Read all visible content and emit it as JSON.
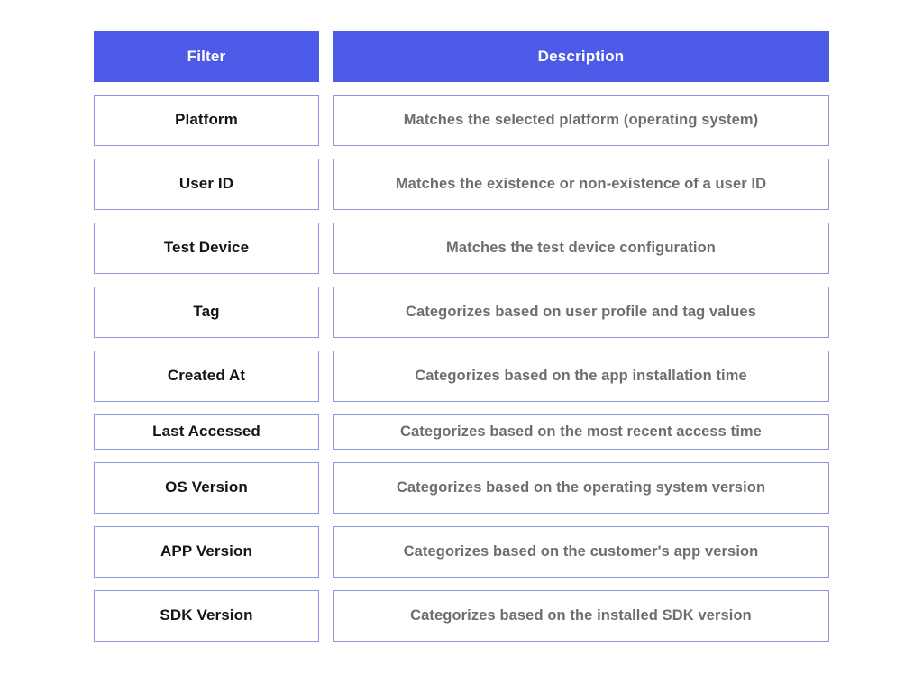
{
  "table": {
    "columns": [
      {
        "key": "filter",
        "header": "Filter"
      },
      {
        "key": "description",
        "header": "Description"
      }
    ],
    "rows": [
      {
        "filter": "Platform",
        "description": "Matches the selected platform (operating system)"
      },
      {
        "filter": "User ID",
        "description": "Matches the existence or non-existence of a user ID"
      },
      {
        "filter": "Test Device",
        "description": "Matches the test device configuration"
      },
      {
        "filter": "Tag",
        "description": "Categorizes based on user profile and tag values"
      },
      {
        "filter": "Created At",
        "description": "Categorizes based on the app installation time"
      },
      {
        "filter": "Last Accessed",
        "description": "Categorizes based on the most recent access time"
      },
      {
        "filter": "OS Version",
        "description": "Categorizes based on the operating system version"
      },
      {
        "filter": "APP Version",
        "description": "Categorizes based on the customer's app version"
      },
      {
        "filter": "SDK Version",
        "description": "Categorizes based on the installed SDK version"
      }
    ]
  },
  "colors": {
    "header_background": "#4d5ae8",
    "header_text": "#ffffff",
    "cell_border": "#8d94e8",
    "cell_background": "#ffffff",
    "filter_text": "#141416",
    "description_text": "#6d6d72",
    "page_background": "#ffffff"
  }
}
